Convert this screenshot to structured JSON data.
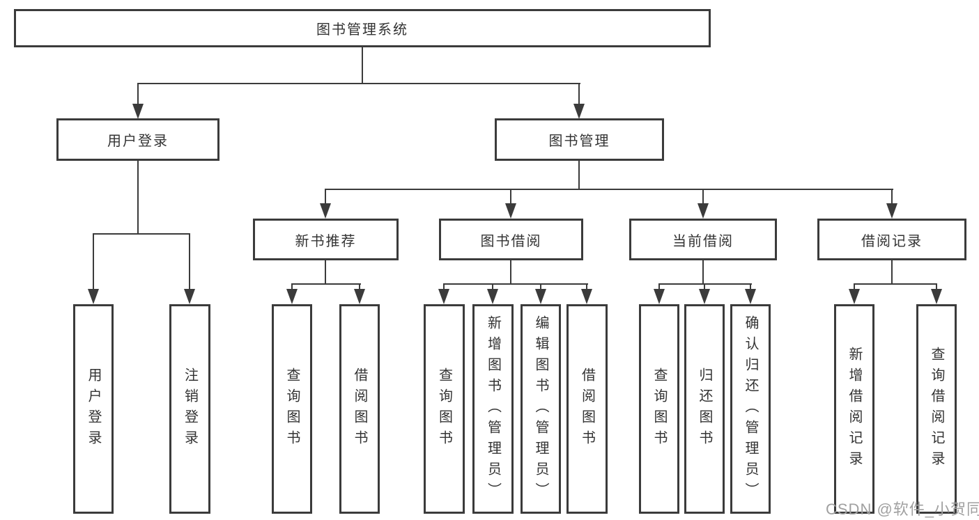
{
  "diagram": {
    "title": "图书管理系统",
    "root": {
      "label": "图书管理系统"
    },
    "level2": [
      {
        "label": "用户登录"
      },
      {
        "label": "图书管理"
      }
    ],
    "level3": [
      {
        "label": "新书推荐"
      },
      {
        "label": "图书借阅"
      },
      {
        "label": "当前借阅"
      },
      {
        "label": "借阅记录"
      }
    ],
    "leaves": [
      {
        "label": "用户登录"
      },
      {
        "label": "注销登录"
      },
      {
        "label": "查询图书"
      },
      {
        "label": "借阅图书"
      },
      {
        "label": "查询图书"
      },
      {
        "label": "新增图书（管理员）"
      },
      {
        "label": "编辑图书（管理员）"
      },
      {
        "label": "借阅图书"
      },
      {
        "label": "查询图书"
      },
      {
        "label": "归还图书"
      },
      {
        "label": "确认归还（管理员）"
      },
      {
        "label": "新增借阅记录"
      },
      {
        "label": "查询借阅记录"
      }
    ],
    "watermark": "CSDN @软件_小贺同学",
    "colors": {
      "line": "#3b3b3b",
      "box_fill": "#ffffff",
      "text": "#333333",
      "watermark": "#a0a0a0"
    }
  }
}
